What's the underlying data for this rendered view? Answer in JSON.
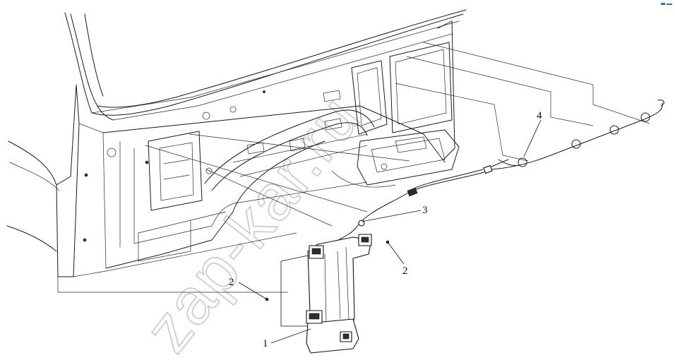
{
  "watermark": {
    "text": "zap-kar.ru"
  },
  "callouts": [
    {
      "id": "1",
      "label": "1"
    },
    {
      "id": "2a",
      "label": "2"
    },
    {
      "id": "2b",
      "label": "2"
    },
    {
      "id": "3",
      "label": "3"
    },
    {
      "id": "4",
      "label": "4"
    }
  ],
  "colors": {
    "line": "#1a1a1a",
    "watermark": "#c9c9c9",
    "logo": "#3a6fd8"
  }
}
